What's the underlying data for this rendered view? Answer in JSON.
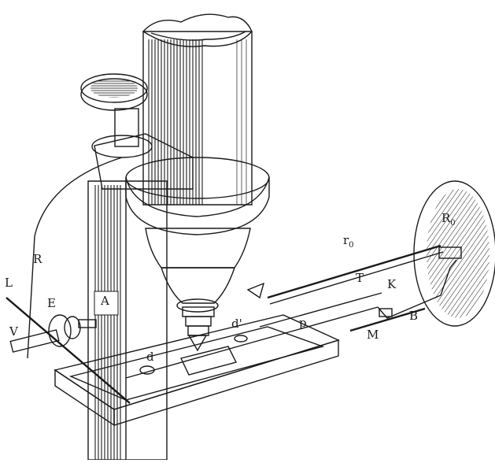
{
  "labels": {
    "L": "L",
    "V": "V",
    "E": "E",
    "R": "R",
    "A": "A",
    "d": "d",
    "d_prime": "d'",
    "p": "p",
    "T": "T",
    "K": "K",
    "B": "B",
    "M": "M",
    "r0": "r",
    "r0_sub": "0",
    "R0": "R",
    "R0_sub": "0"
  }
}
